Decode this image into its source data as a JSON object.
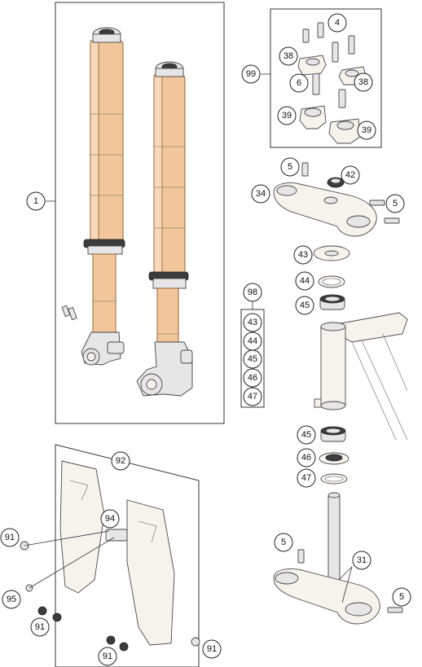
{
  "callouts": {
    "c1": "1",
    "c4": "4",
    "c99": "99",
    "c38a": "38",
    "c38b": "38",
    "c6": "6",
    "c39a": "39",
    "c39b": "39",
    "c5a": "5",
    "c42": "42",
    "c34": "34",
    "c5b": "5",
    "c43a": "43",
    "c44a": "44",
    "c45a": "45",
    "c98": "98",
    "c43b": "43",
    "c44b": "44",
    "c45b": "45",
    "c46b": "46",
    "c47b": "47",
    "c45c": "45",
    "c46c": "46",
    "c47c": "47",
    "c92": "92",
    "c94": "94",
    "c91a": "91",
    "c95": "95",
    "c91b": "91",
    "c91c": "91",
    "c91d": "91",
    "c5c": "5",
    "c31": "31",
    "c5d": "5"
  },
  "colors": {
    "fork_body": "#f2c69a",
    "frame_line": "#333333",
    "metal": "#e6e6e6"
  }
}
